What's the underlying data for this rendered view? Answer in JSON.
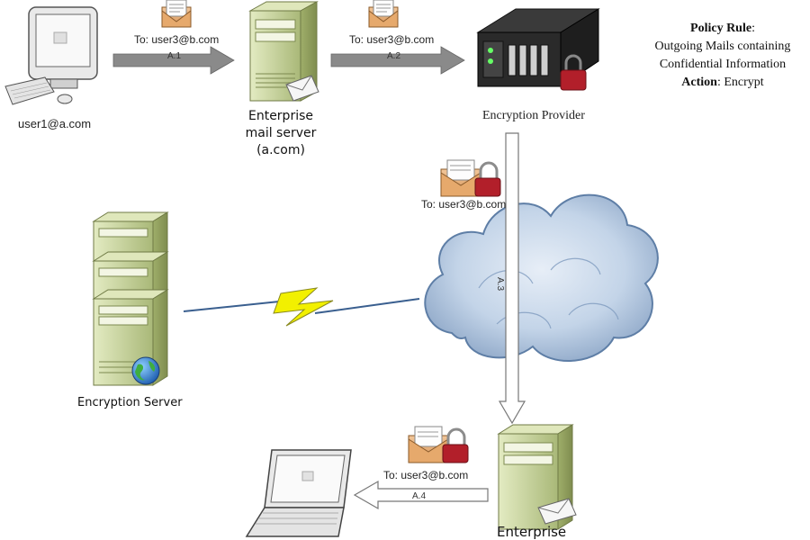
{
  "nodes": {
    "user_desktop": {
      "label": "user1@a.com"
    },
    "enterprise_a": {
      "label_lines": [
        "Enterprise",
        "mail server",
        "(a.com)"
      ]
    },
    "encryption_provider": {
      "label": "Encryption Provider"
    },
    "encryption_server": {
      "label": "Encryption Server"
    },
    "enterprise_b": {
      "label": "Enterprise"
    }
  },
  "policy": {
    "title": "Policy Rule",
    "title_suffix": ":",
    "line1": "Outgoing Mails containing",
    "line2": "Confidential Information",
    "action_label": "Action",
    "action_value": ": Encrypt"
  },
  "flows": [
    {
      "id": "A.1",
      "recipient": "To: user3@b.com"
    },
    {
      "id": "A.2",
      "recipient": "To: user3@b.com"
    },
    {
      "id": "A.3",
      "recipient": "To: user3@b.com"
    },
    {
      "id": "A.4",
      "recipient": "To: user3@b.com"
    }
  ],
  "colors": {
    "server_green": "#c9d59a",
    "arrow_gray": "#8a8a8a",
    "cloud_blue": "#b9cde3",
    "lightning_yellow": "#f2f000",
    "lock_red": "#b21f2a"
  }
}
